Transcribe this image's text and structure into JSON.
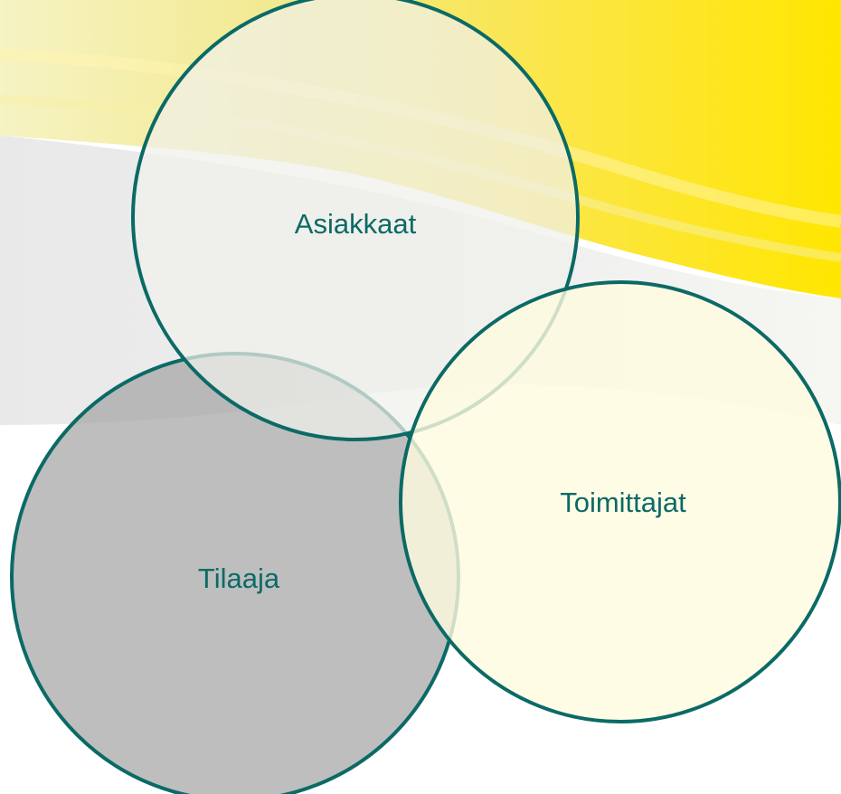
{
  "diagram": {
    "circles": [
      {
        "key": "asiakkaat",
        "label": "Asiakkaat",
        "fill": "#f0f0ea",
        "fill_opacity": 0.72
      },
      {
        "key": "tilaaja",
        "label": "Tilaaja",
        "fill": "#a3a3a3",
        "fill_opacity": 0.7
      },
      {
        "key": "toimittajat",
        "label": "Toimittajat",
        "fill": "#fffbe0",
        "fill_opacity": 0.8
      }
    ],
    "outline_color": "#0b6a66",
    "label_color": "#0b6a66"
  },
  "background": {
    "accent_yellow": "#ffe600",
    "pale_yellow": "#f3ee9a",
    "base_grey": "#eeeeee"
  }
}
